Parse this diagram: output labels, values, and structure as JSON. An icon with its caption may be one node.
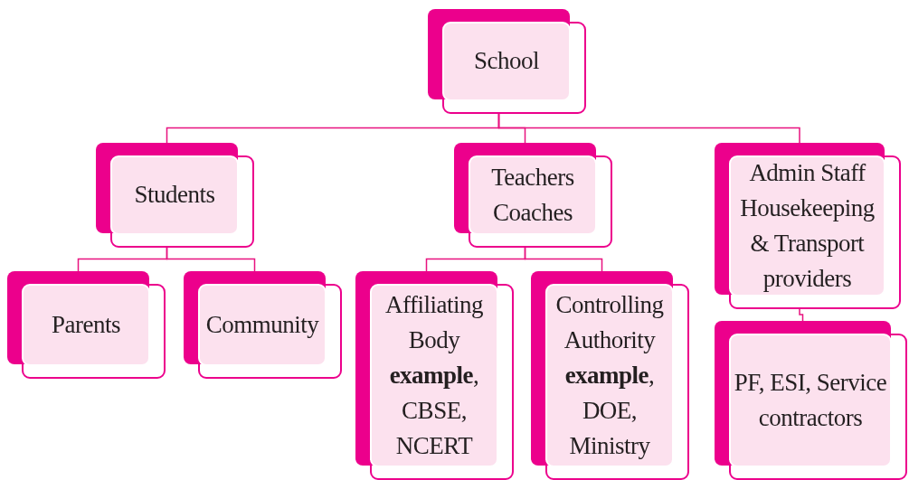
{
  "diagram": {
    "nodes": [
      {
        "text": [
          "School"
        ]
      },
      {
        "text": [
          "Students"
        ]
      },
      {
        "text": [
          "Teachers Coaches"
        ]
      },
      {
        "text": [
          "Admin Staff Housekeeping & Transport providers"
        ]
      },
      {
        "text": [
          "Parents"
        ]
      },
      {
        "text": [
          "Community"
        ]
      },
      {
        "text": [
          "Affiliating Body **example**, CBSE, NCERT"
        ]
      },
      {
        "text": [
          "Controlling Authority **example**, DOE, Ministry"
        ]
      },
      {
        "text": [
          "PF, ESI, Service contractors"
        ]
      }
    ],
    "edges": [
      {
        "from": 0,
        "to": 1,
        "arrow": "none"
      },
      {
        "from": 0,
        "to": 2,
        "arrow": "none"
      },
      {
        "from": 0,
        "to": 3,
        "arrow": "none"
      },
      {
        "from": 1,
        "to": 4,
        "arrow": "none"
      },
      {
        "from": 1,
        "to": 5,
        "arrow": "none"
      },
      {
        "from": 2,
        "to": 6,
        "arrow": "none"
      },
      {
        "from": 2,
        "to": 7,
        "arrow": "none"
      },
      {
        "from": 3,
        "to": 8,
        "arrow": "none"
      }
    ]
  }
}
